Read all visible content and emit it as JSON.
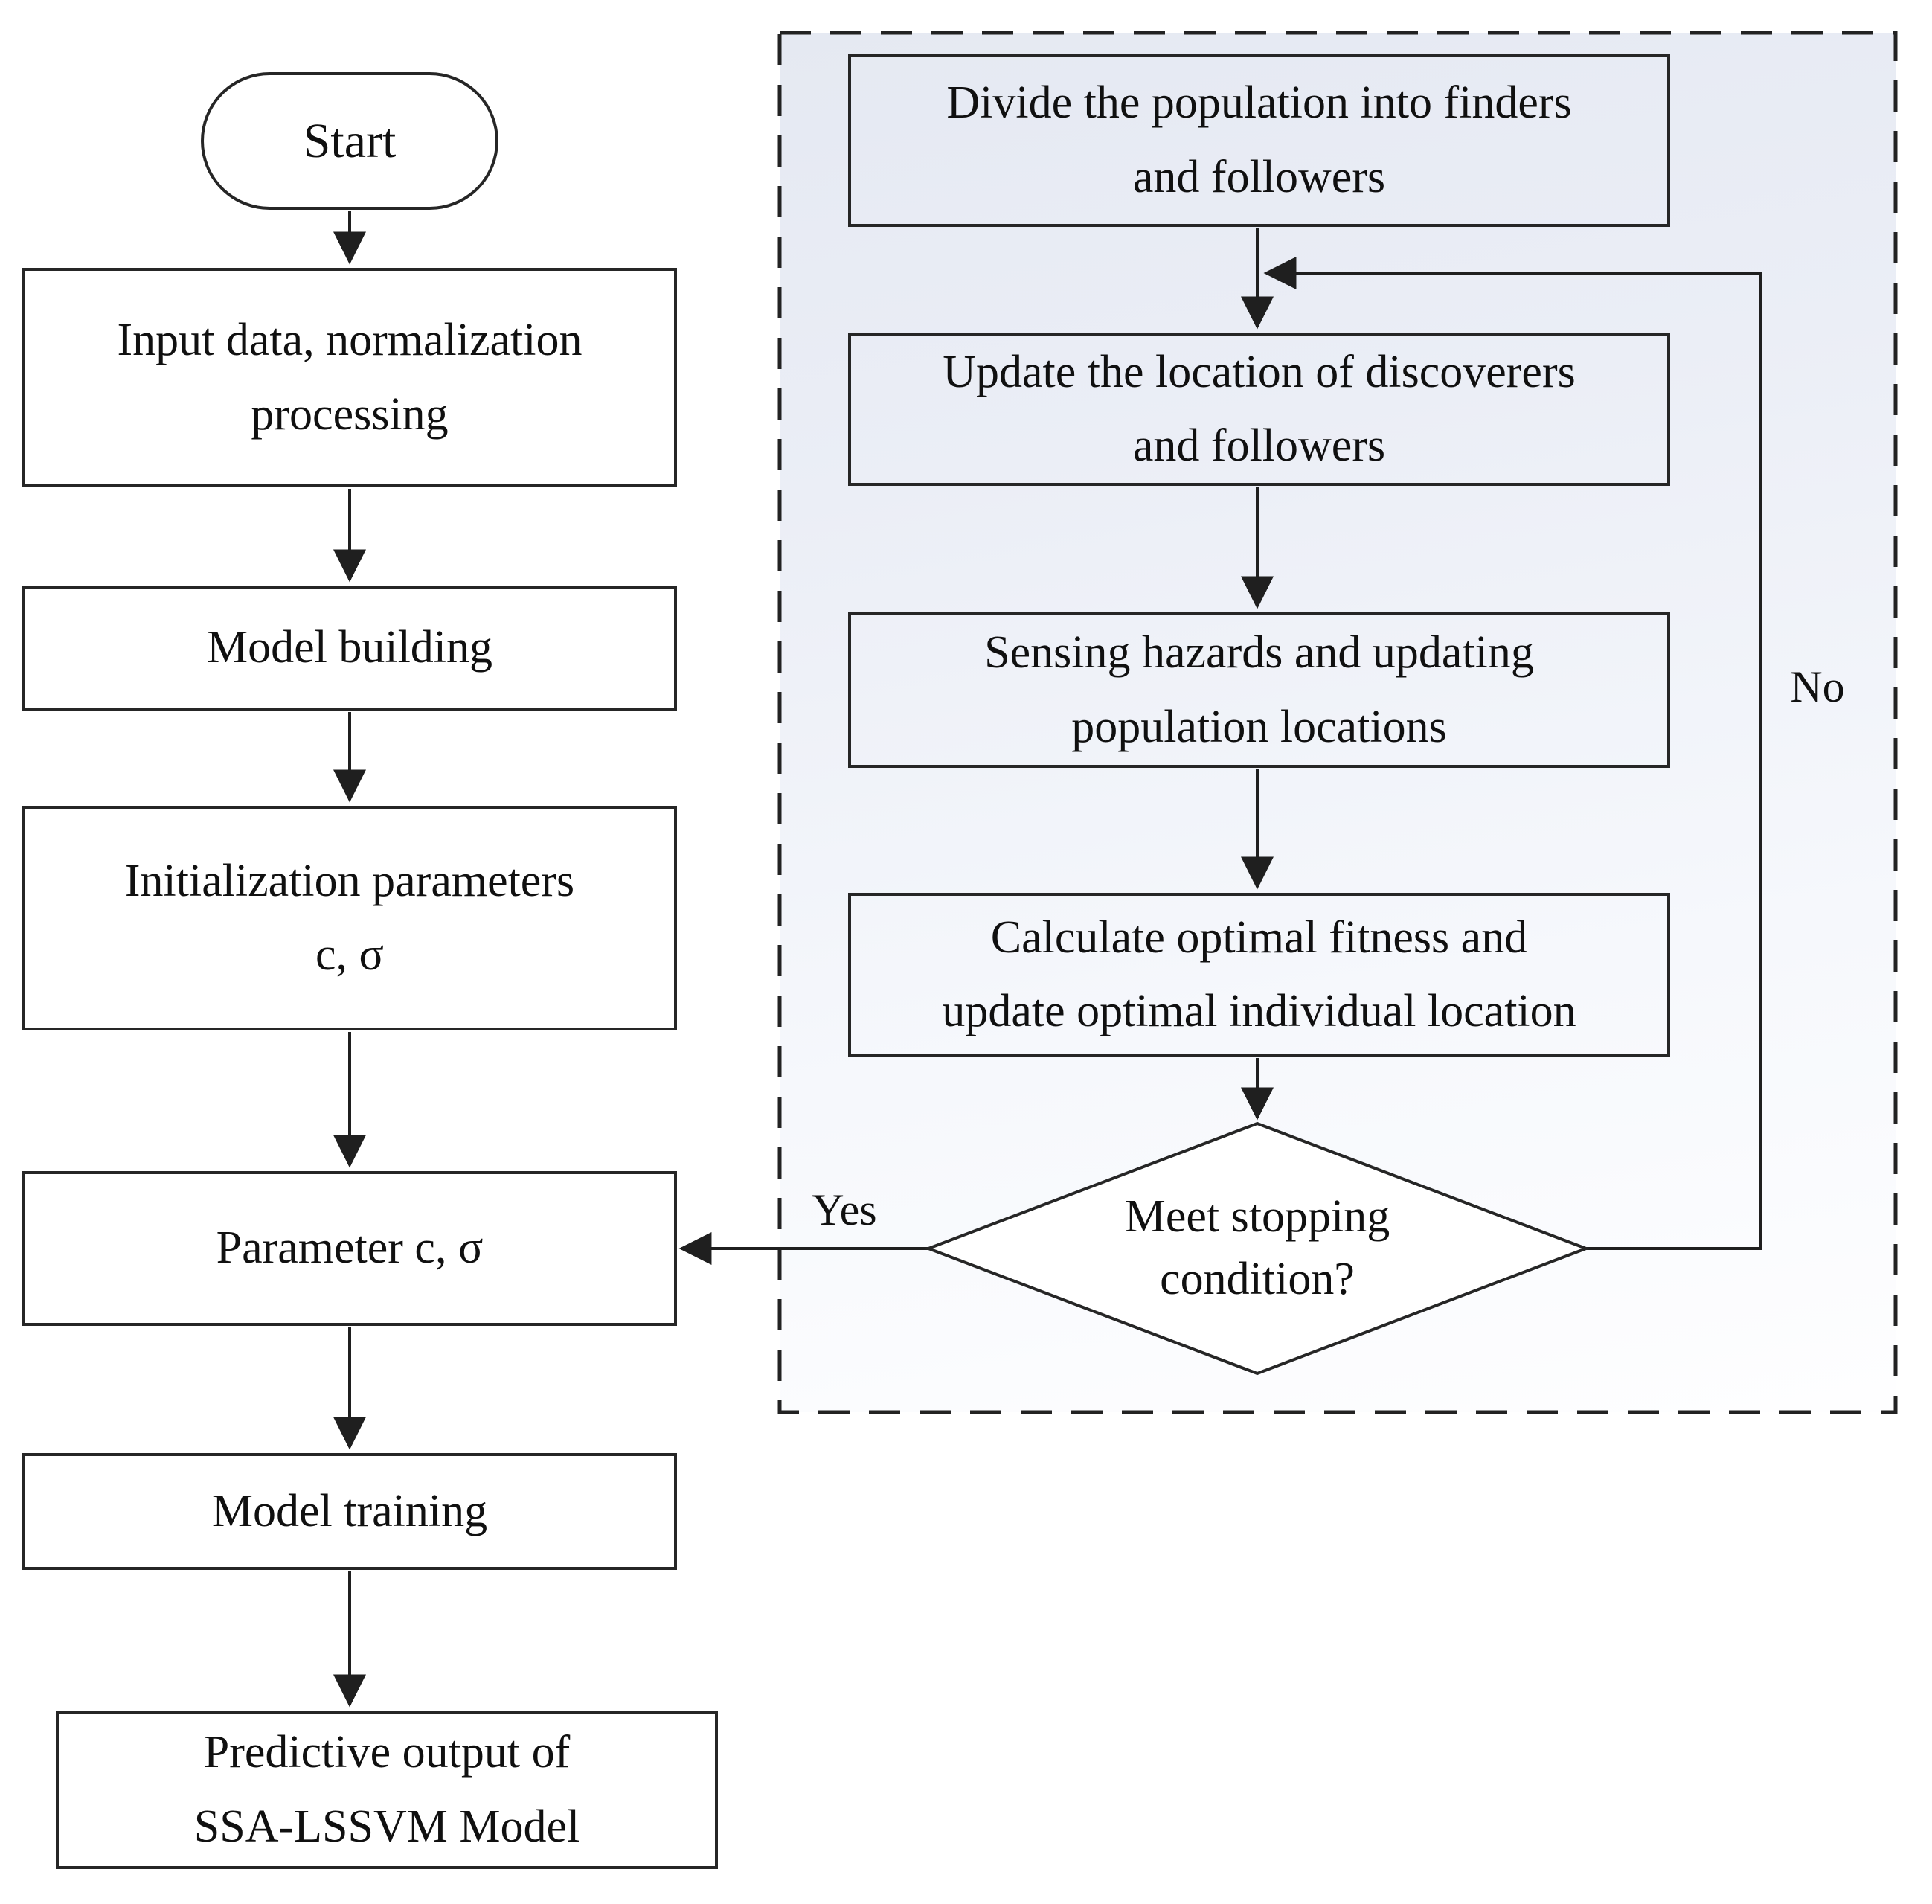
{
  "diagram": {
    "title_hint": "SSA-LSSVM model flowchart",
    "start_label": "Start",
    "left_column": {
      "boxes": [
        {
          "lines": [
            "Input data, normalization",
            "processing"
          ]
        },
        {
          "lines": [
            "Model building"
          ]
        },
        {
          "lines": [
            "Initialization parameters",
            "c, σ"
          ]
        },
        {
          "lines": [
            "Parameter c, σ"
          ]
        },
        {
          "lines": [
            "Model training"
          ]
        },
        {
          "lines": [
            "Predictive output of",
            "SSA-LSSVM Model"
          ]
        }
      ]
    },
    "ssa_loop": {
      "boxes": [
        {
          "lines": [
            "Divide the population into finders",
            "and followers"
          ]
        },
        {
          "lines": [
            "Update the location of discoverers",
            "and followers"
          ]
        },
        {
          "lines": [
            "Sensing hazards and updating",
            "population locations"
          ]
        },
        {
          "lines": [
            "Calculate optimal fitness and",
            "update optimal individual location"
          ]
        }
      ],
      "decision": {
        "lines": [
          "Meet stopping",
          "condition?"
        ]
      },
      "labels": {
        "yes": "Yes",
        "no": "No"
      }
    },
    "colors": {
      "line": "#1f1f1f",
      "box_border": "#262626",
      "box_fill": "#ffffff",
      "loop_bg_top": "#e5e9f2",
      "loop_bg_bottom": "#fefeff",
      "text": "#101010"
    }
  }
}
